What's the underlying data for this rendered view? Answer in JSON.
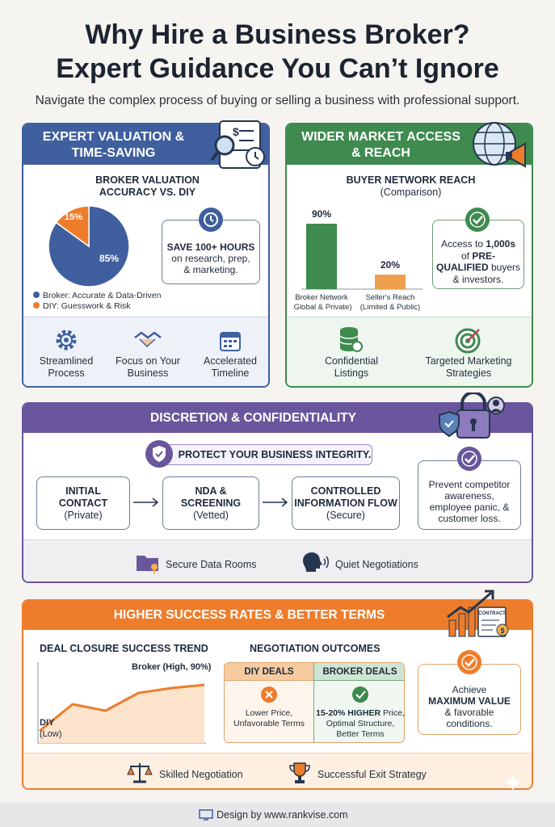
{
  "title_line1": "Why Hire a Business Broker?",
  "title_line2": "Expert Guidance You Can’t Ignore",
  "subtitle": "Navigate the complex process of buying or selling a business with professional support.",
  "colors": {
    "blue": "#3f5f9e",
    "green": "#3e8a4f",
    "purple": "#6a569c",
    "orange": "#ee7d2b",
    "bg": "#f6f4f0"
  },
  "valuation": {
    "header_line1": "EXPERT VALUATION &",
    "header_line2": "TIME-SAVING",
    "chart_title_line1": "BROKER VALUATION",
    "chart_title_line2": "ACCURACY VS. DIY",
    "legend_broker": "Broker: Accurate & Data-Driven",
    "legend_diy": "DIY: Guesswork & Risk",
    "callout_bold": "SAVE 100+ HOURS",
    "callout_line2": "on research, prep,",
    "callout_line3": "& marketing.",
    "features": [
      {
        "line1": "Streamlined",
        "line2": "Process",
        "icon": "gear-icon"
      },
      {
        "line1": "Focus on Your",
        "line2": "Business",
        "icon": "handshake-icon"
      },
      {
        "line1": "Accelerated",
        "line2": "Timeline",
        "icon": "calendar-icon"
      }
    ]
  },
  "market": {
    "header_line1": "WIDER MARKET ACCESS",
    "header_line2": "& REACH",
    "chart_title": "BUYER NETWORK REACH",
    "chart_subtitle": "(Comparison)",
    "callout_line1": "Access to ",
    "callout_bold1": "1,000s",
    "callout_line2": "of ",
    "callout_bold2": "PRE-",
    "callout_bold3": "QUALIFIED",
    "callout_line3": " buyers",
    "callout_line4": "& investors.",
    "features": [
      {
        "line1": "Confidential",
        "line2": "Listings",
        "icon": "database-icon"
      },
      {
        "line1": "Targeted Marketing",
        "line2": "Strategies",
        "icon": "target-icon"
      }
    ]
  },
  "discretion": {
    "header": "DISCRETION & CONFIDENTIALITY",
    "banner": "PROTECT YOUR BUSINESS INTEGRITY.",
    "steps": [
      {
        "title1": "INITIAL",
        "title2": "CONTACT",
        "sub": "(Private)"
      },
      {
        "title1": "NDA &",
        "title2": "SCREENING",
        "sub": "(Vetted)"
      },
      {
        "title1": "CONTROLLED",
        "title2": "INFORMATION FLOW",
        "sub": "(Secure)"
      }
    ],
    "callout_lines": [
      "Prevent competitor",
      "awareness,",
      "employee panic, &",
      "customer loss."
    ],
    "features": [
      {
        "label": "Secure Data Rooms",
        "icon": "folder-lock-icon"
      },
      {
        "label": "Quiet Negotiations",
        "icon": "speaking-head-icon"
      }
    ]
  },
  "success": {
    "header": "HIGHER SUCCESS RATES & BETTER TERMS",
    "trend_title": "DEAL CLOSURE SUCCESS TREND",
    "trend_broker_label": "Broker (High, 90%)",
    "trend_diy_label1": "DIY",
    "trend_diy_label2": "(Low)",
    "negotiation_title": "NEGOTIATION OUTCOMES",
    "diy_head": "DIY DEALS",
    "broker_head": "BROKER DEALS",
    "diy_lines": [
      "Lower Price,",
      "Unfavorable Terms"
    ],
    "broker_bold": "15-20% HIGHER",
    "broker_line1_rest": " Price,",
    "broker_lines": [
      "Optimal Structure,",
      "Better Terms"
    ],
    "callout_line1": "Achieve",
    "callout_bold1": "MAXIMUM VALUE",
    "callout_line3": "& favorable",
    "callout_line4": "conditions.",
    "contract_word": "CONTRACT",
    "features": [
      {
        "label": "Skilled Negotiation",
        "icon": "scales-icon"
      },
      {
        "label": "Successful Exit Strategy",
        "icon": "trophy-icon"
      }
    ]
  },
  "footer": {
    "text": "Design by www.rankvise.com"
  },
  "chart_data": [
    {
      "type": "pie",
      "title": "BROKER VALUATION ACCURACY VS. DIY",
      "labels": [
        "Broker: Accurate & Data-Driven",
        "DIY: Guesswork & Risk"
      ],
      "values": [
        85,
        15
      ],
      "value_labels": [
        "85%",
        "15%"
      ],
      "colors": [
        "#3f5f9e",
        "#ee7d2b"
      ]
    },
    {
      "type": "bar",
      "title": "BUYER NETWORK REACH",
      "subtitle": "(Comparison)",
      "categories": [
        "Broker Network (Global & Private)",
        "Seller's Reach (Limited & Public)"
      ],
      "category_lines": [
        [
          "Broker Network",
          "(Global & Private)"
        ],
        [
          "Seller's Reach",
          "(Limited & Public)"
        ]
      ],
      "values": [
        90,
        20
      ],
      "value_labels": [
        "90%",
        "20%"
      ],
      "colors": [
        "#3e8a4f",
        "#eea04f"
      ]
    },
    {
      "type": "line",
      "title": "DEAL CLOSURE SUCCESS TREND",
      "y": [
        15,
        48,
        40,
        62,
        68,
        72
      ],
      "ylim": [
        0,
        100
      ]
    }
  ]
}
